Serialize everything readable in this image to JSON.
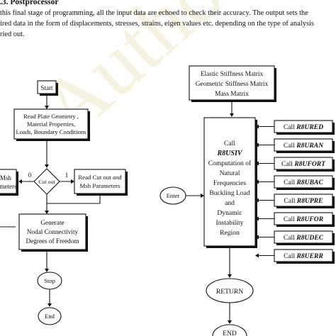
{
  "section": {
    "heading": ".3. Postprocessor"
  },
  "paragraph": [
    "this final stage of programming, all the input data are echoed to check their accuracy. The output sets the",
    "ired data in the form of displacements, stresses, strains, eigen values etc. depending on the type of analysis",
    "ried out."
  ],
  "watermark": "Authors copy",
  "flowchart_left": {
    "start": "Start",
    "read_plate": [
      "Read Plate Geometry ,",
      "Material Properties,",
      "Loads, Boundary Conditions"
    ],
    "decision": "Cut out",
    "branch_zero": "0",
    "branch_one": "1",
    "mesh_left": [
      "Msh",
      "rameters"
    ],
    "read_cutout": [
      "Read Cut out and",
      "Msh Parameters"
    ],
    "generate": [
      "Generate",
      "Nodal Connectivity",
      "Degrees of Freedom"
    ],
    "stop": "Stop",
    "end": "End"
  },
  "flowchart_right": {
    "matrices": [
      "Elastic Stiffness Matrix",
      "Geometric Stiffness Matrix",
      "Mass Matrix"
    ],
    "enter": "Enter",
    "main_lines": [
      {
        "t": "Call",
        "i": false
      },
      {
        "t": "R8USIV",
        "i": true
      },
      {
        "t": "Computation of",
        "i": false
      },
      {
        "t": "Natural",
        "i": false
      },
      {
        "t": "Frequencies",
        "i": false
      },
      {
        "t": "Buckling Load",
        "i": false
      },
      {
        "t": "and",
        "i": false
      },
      {
        "t": "Dynamic",
        "i": false
      },
      {
        "t": "Instability",
        "i": false
      },
      {
        "t": "Region",
        "i": false
      }
    ],
    "call_word": "Call",
    "calls": [
      "R8URED",
      "R8URAN",
      "R8UFORT",
      "R8UBAC",
      "R8UPRE",
      "R8UFOR",
      "R8UDEC",
      "R8UERR"
    ],
    "return": "RETURN",
    "end": "END"
  }
}
